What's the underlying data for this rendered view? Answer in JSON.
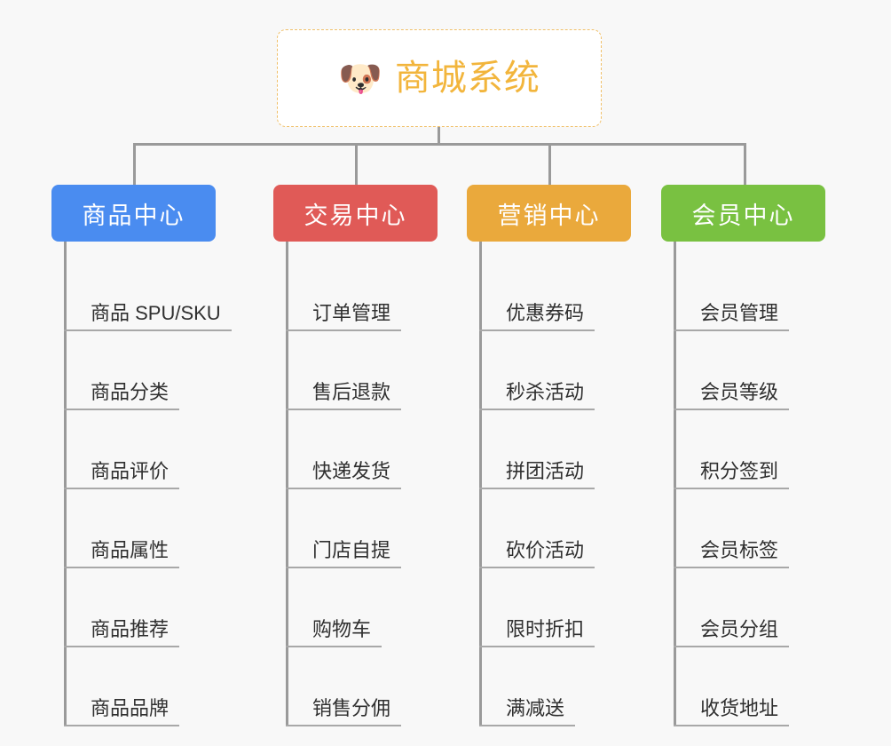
{
  "page": {
    "background": "#f8f8f8",
    "connector_color": "#9a9a9a"
  },
  "root": {
    "icon": "dog-face-icon",
    "emoji": "🐶",
    "title": "商城系统",
    "title_color": "#f2b53c",
    "border_color": "#f0c06a",
    "border_style": "dashed"
  },
  "columns": [
    {
      "id": "product-center",
      "label": "商品中心",
      "color": "#4a8cf0",
      "items": [
        {
          "label": "商品 SPU/SKU"
        },
        {
          "label": "商品分类"
        },
        {
          "label": "商品评价"
        },
        {
          "label": "商品属性"
        },
        {
          "label": "商品推荐"
        },
        {
          "label": "商品品牌"
        }
      ]
    },
    {
      "id": "trade-center",
      "label": "交易中心",
      "color": "#e05a57",
      "items": [
        {
          "label": "订单管理"
        },
        {
          "label": "售后退款"
        },
        {
          "label": "快递发货"
        },
        {
          "label": "门店自提"
        },
        {
          "label": "购物车"
        },
        {
          "label": "销售分佣"
        }
      ]
    },
    {
      "id": "marketing-center",
      "label": "营销中心",
      "color": "#eaa93c",
      "items": [
        {
          "label": "优惠券码"
        },
        {
          "label": "秒杀活动"
        },
        {
          "label": "拼团活动"
        },
        {
          "label": "砍价活动"
        },
        {
          "label": "限时折扣"
        },
        {
          "label": "满减送"
        }
      ]
    },
    {
      "id": "member-center",
      "label": "会员中心",
      "color": "#79c141",
      "items": [
        {
          "label": "会员管理"
        },
        {
          "label": "会员等级"
        },
        {
          "label": "积分签到"
        },
        {
          "label": "会员标签"
        },
        {
          "label": "会员分组"
        },
        {
          "label": "收货地址"
        }
      ]
    }
  ]
}
